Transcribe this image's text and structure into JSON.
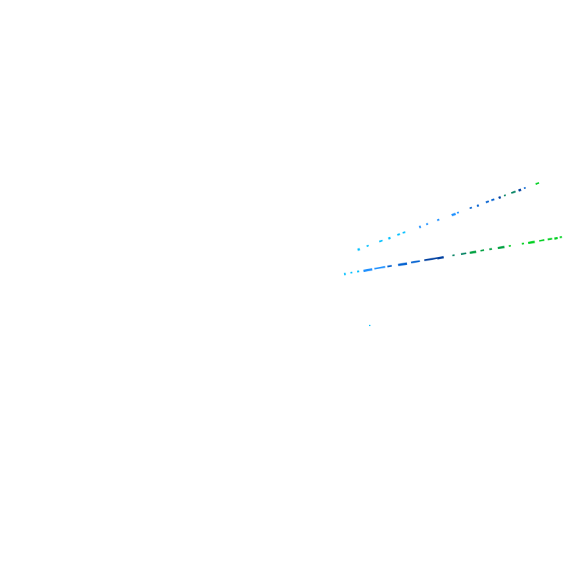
{
  "scene": {
    "background": "#ffffff",
    "palette": [
      "#00bfff",
      "#1e90ff",
      "#0060d0",
      "#0040a0",
      "#008060",
      "#00a040",
      "#00d020"
    ],
    "tracks": [
      {
        "name": "upper",
        "length": 1.0,
        "angle_deg": -20.2,
        "bands": [
          {
            "t": 0.0,
            "len": 0.012,
            "c": 0
          },
          {
            "t": 0.05,
            "len": 0.012,
            "c": 0
          },
          {
            "t": 0.12,
            "len": 0.018,
            "c": 0
          },
          {
            "t": 0.17,
            "len": 0.012,
            "c": 0
          },
          {
            "t": 0.22,
            "len": 0.014,
            "c": 0
          },
          {
            "t": 0.25,
            "len": 0.014,
            "c": 0
          },
          {
            "t": 0.34,
            "len": 0.01,
            "c": 1
          },
          {
            "t": 0.38,
            "len": 0.01,
            "c": 1
          },
          {
            "t": 0.44,
            "len": 0.012,
            "c": 1
          },
          {
            "t": 0.52,
            "len": 0.022,
            "c": 1
          },
          {
            "t": 0.55,
            "len": 0.01,
            "c": 1
          },
          {
            "t": 0.62,
            "len": 0.012,
            "c": 2
          },
          {
            "t": 0.66,
            "len": 0.01,
            "c": 2
          },
          {
            "t": 0.71,
            "len": 0.016,
            "c": 2
          },
          {
            "t": 0.74,
            "len": 0.016,
            "c": 2
          },
          {
            "t": 0.78,
            "len": 0.012,
            "c": 3
          },
          {
            "t": 0.81,
            "len": 0.01,
            "c": 4
          },
          {
            "t": 0.85,
            "len": 0.024,
            "c": 4
          },
          {
            "t": 0.89,
            "len": 0.014,
            "c": 3
          },
          {
            "t": 0.92,
            "len": 0.01,
            "c": 2
          },
          {
            "t": 0.985,
            "len": 0.018,
            "c": 6
          }
        ]
      },
      {
        "name": "lower",
        "length": 1.0,
        "angle_deg": -9.6,
        "bands": [
          {
            "t": 0.0,
            "len": 0.008,
            "c": 0
          },
          {
            "t": 0.03,
            "len": 0.008,
            "c": 0
          },
          {
            "t": 0.06,
            "len": 0.01,
            "c": 0
          },
          {
            "t": 0.09,
            "len": 0.04,
            "c": 1
          },
          {
            "t": 0.14,
            "len": 0.05,
            "c": 1
          },
          {
            "t": 0.2,
            "len": 0.02,
            "c": 2
          },
          {
            "t": 0.25,
            "len": 0.04,
            "c": 2
          },
          {
            "t": 0.31,
            "len": 0.04,
            "c": 2
          },
          {
            "t": 0.37,
            "len": 0.06,
            "c": 3
          },
          {
            "t": 0.43,
            "len": 0.03,
            "c": 3
          },
          {
            "t": 0.5,
            "len": 0.01,
            "c": 4
          },
          {
            "t": 0.54,
            "len": 0.024,
            "c": 4
          },
          {
            "t": 0.58,
            "len": 0.03,
            "c": 5
          },
          {
            "t": 0.63,
            "len": 0.016,
            "c": 5
          },
          {
            "t": 0.67,
            "len": 0.012,
            "c": 5
          },
          {
            "t": 0.71,
            "len": 0.03,
            "c": 5
          },
          {
            "t": 0.76,
            "len": 0.01,
            "c": 6
          },
          {
            "t": 0.82,
            "len": 0.01,
            "c": 6
          },
          {
            "t": 0.85,
            "len": 0.03,
            "c": 6
          },
          {
            "t": 0.9,
            "len": 0.024,
            "c": 6
          },
          {
            "t": 0.94,
            "len": 0.02,
            "c": 6
          },
          {
            "t": 0.97,
            "len": 0.016,
            "c": 6
          },
          {
            "t": 0.995,
            "len": 0.01,
            "c": 6
          }
        ]
      }
    ],
    "stray_points": [
      {
        "name": "stray-dot",
        "c": 0
      }
    ]
  }
}
